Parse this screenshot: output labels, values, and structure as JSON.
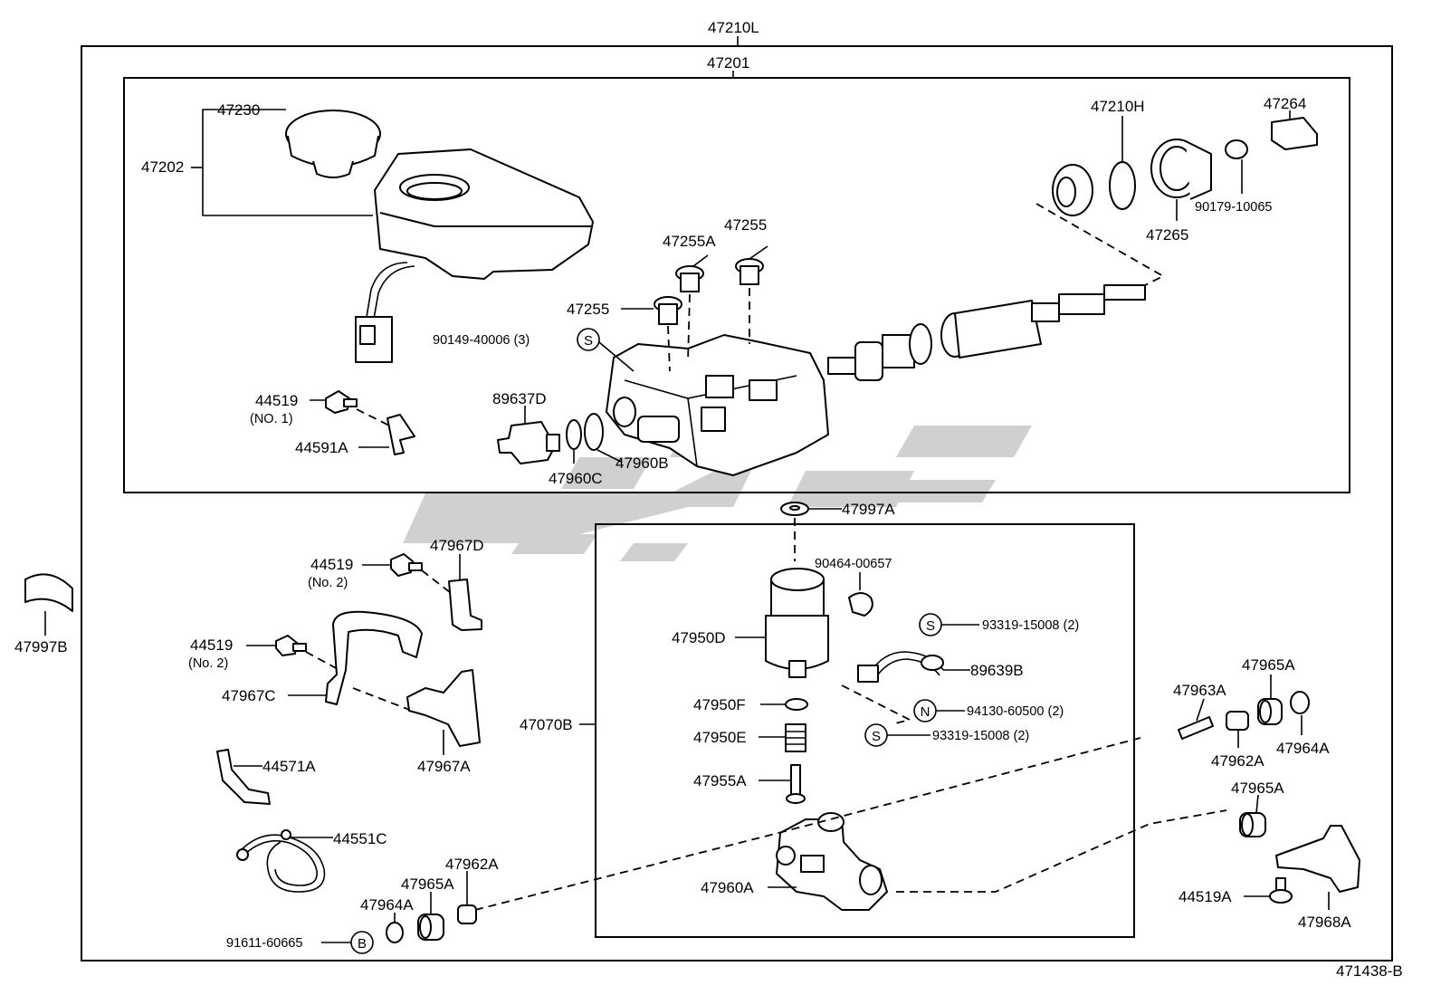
{
  "labels": {
    "assembly_top": "47210L",
    "assembly_inner": "47201",
    "diagram_code": "471438-B",
    "cap": "47230",
    "reservoir_group": "47202",
    "snap_ring": "47210H",
    "boot": "47265",
    "clevis": "47264",
    "nut": "90179-10065",
    "plug_a": "47255A",
    "plug_b": "47255",
    "plug_c": "47255",
    "gasket_note": "90149-40006 (3)",
    "bolt_no1": "44519",
    "bolt_no1_note": "(NO. 1)",
    "bracket_44591a": "44591A",
    "switch_89637d": "89637D",
    "oring_c": "47960C",
    "oring_b": "47960B",
    "washer_47997a": "47997A",
    "bracket_clip": "47997B",
    "bolt_no2a": "44519",
    "bolt_no2a_note": "(No. 2)",
    "bracket_47967d": "47967D",
    "bolt_no2b": "44519",
    "bolt_no2b_note": "(No. 2)",
    "bracket_47967c": "47967C",
    "bracket_47967a": "47967A",
    "hose_44571a": "44571A",
    "hose_44551c": "44551C",
    "cushion_47962a_l": "47962A",
    "cushion_47965a_l": "47965A",
    "cushion_47964a_l": "47964A",
    "bolt_91611": "91611-60665",
    "clip_90464": "90464-00657",
    "motor_47950d": "47950D",
    "ring_47950f": "47950F",
    "spring_47950e": "47950E",
    "bolt_47955a": "47955A",
    "pump_group": "47070B",
    "pump_47960a": "47960A",
    "screw_93319_top": "93319-15008 (2)",
    "harness_89639b": "89639B",
    "nut_94130": "94130-60500 (2)",
    "screw_93319_bot": "93319-15008 (2)",
    "pin_47963a": "47963A",
    "cushion_47965a_r1": "47965A",
    "cushion_47962a_r": "47962A",
    "cushion_47964a_r": "47964A",
    "cushion_47965a_r2": "47965A",
    "bolt_44519a": "44519A",
    "bracket_47968a": "47968A"
  },
  "symbols": {
    "standard_s": "S",
    "standard_n": "N",
    "standard_b": "B"
  },
  "colors": {
    "line": "#000000",
    "watermark": "#c8c8c8",
    "background": "#ffffff"
  }
}
